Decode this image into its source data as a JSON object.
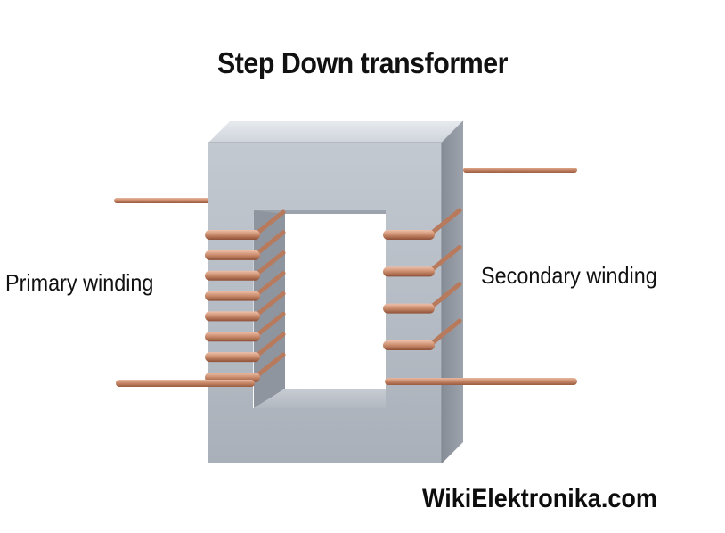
{
  "diagram": {
    "title": "Step Down transformer",
    "primary_label": "Primary winding",
    "secondary_label": "Secondary winding",
    "watermark": "WikiElektronika.com",
    "primary_turns": 8,
    "secondary_turns": 4,
    "colors": {
      "core_front": "#b9bfc8",
      "core_top": "#dde2e8",
      "core_side": "#8e949e",
      "copper": "#c98a6a",
      "copper_dark": "#9a5a40",
      "copper_light": "#e8b8a0",
      "text": "#111111"
    }
  }
}
